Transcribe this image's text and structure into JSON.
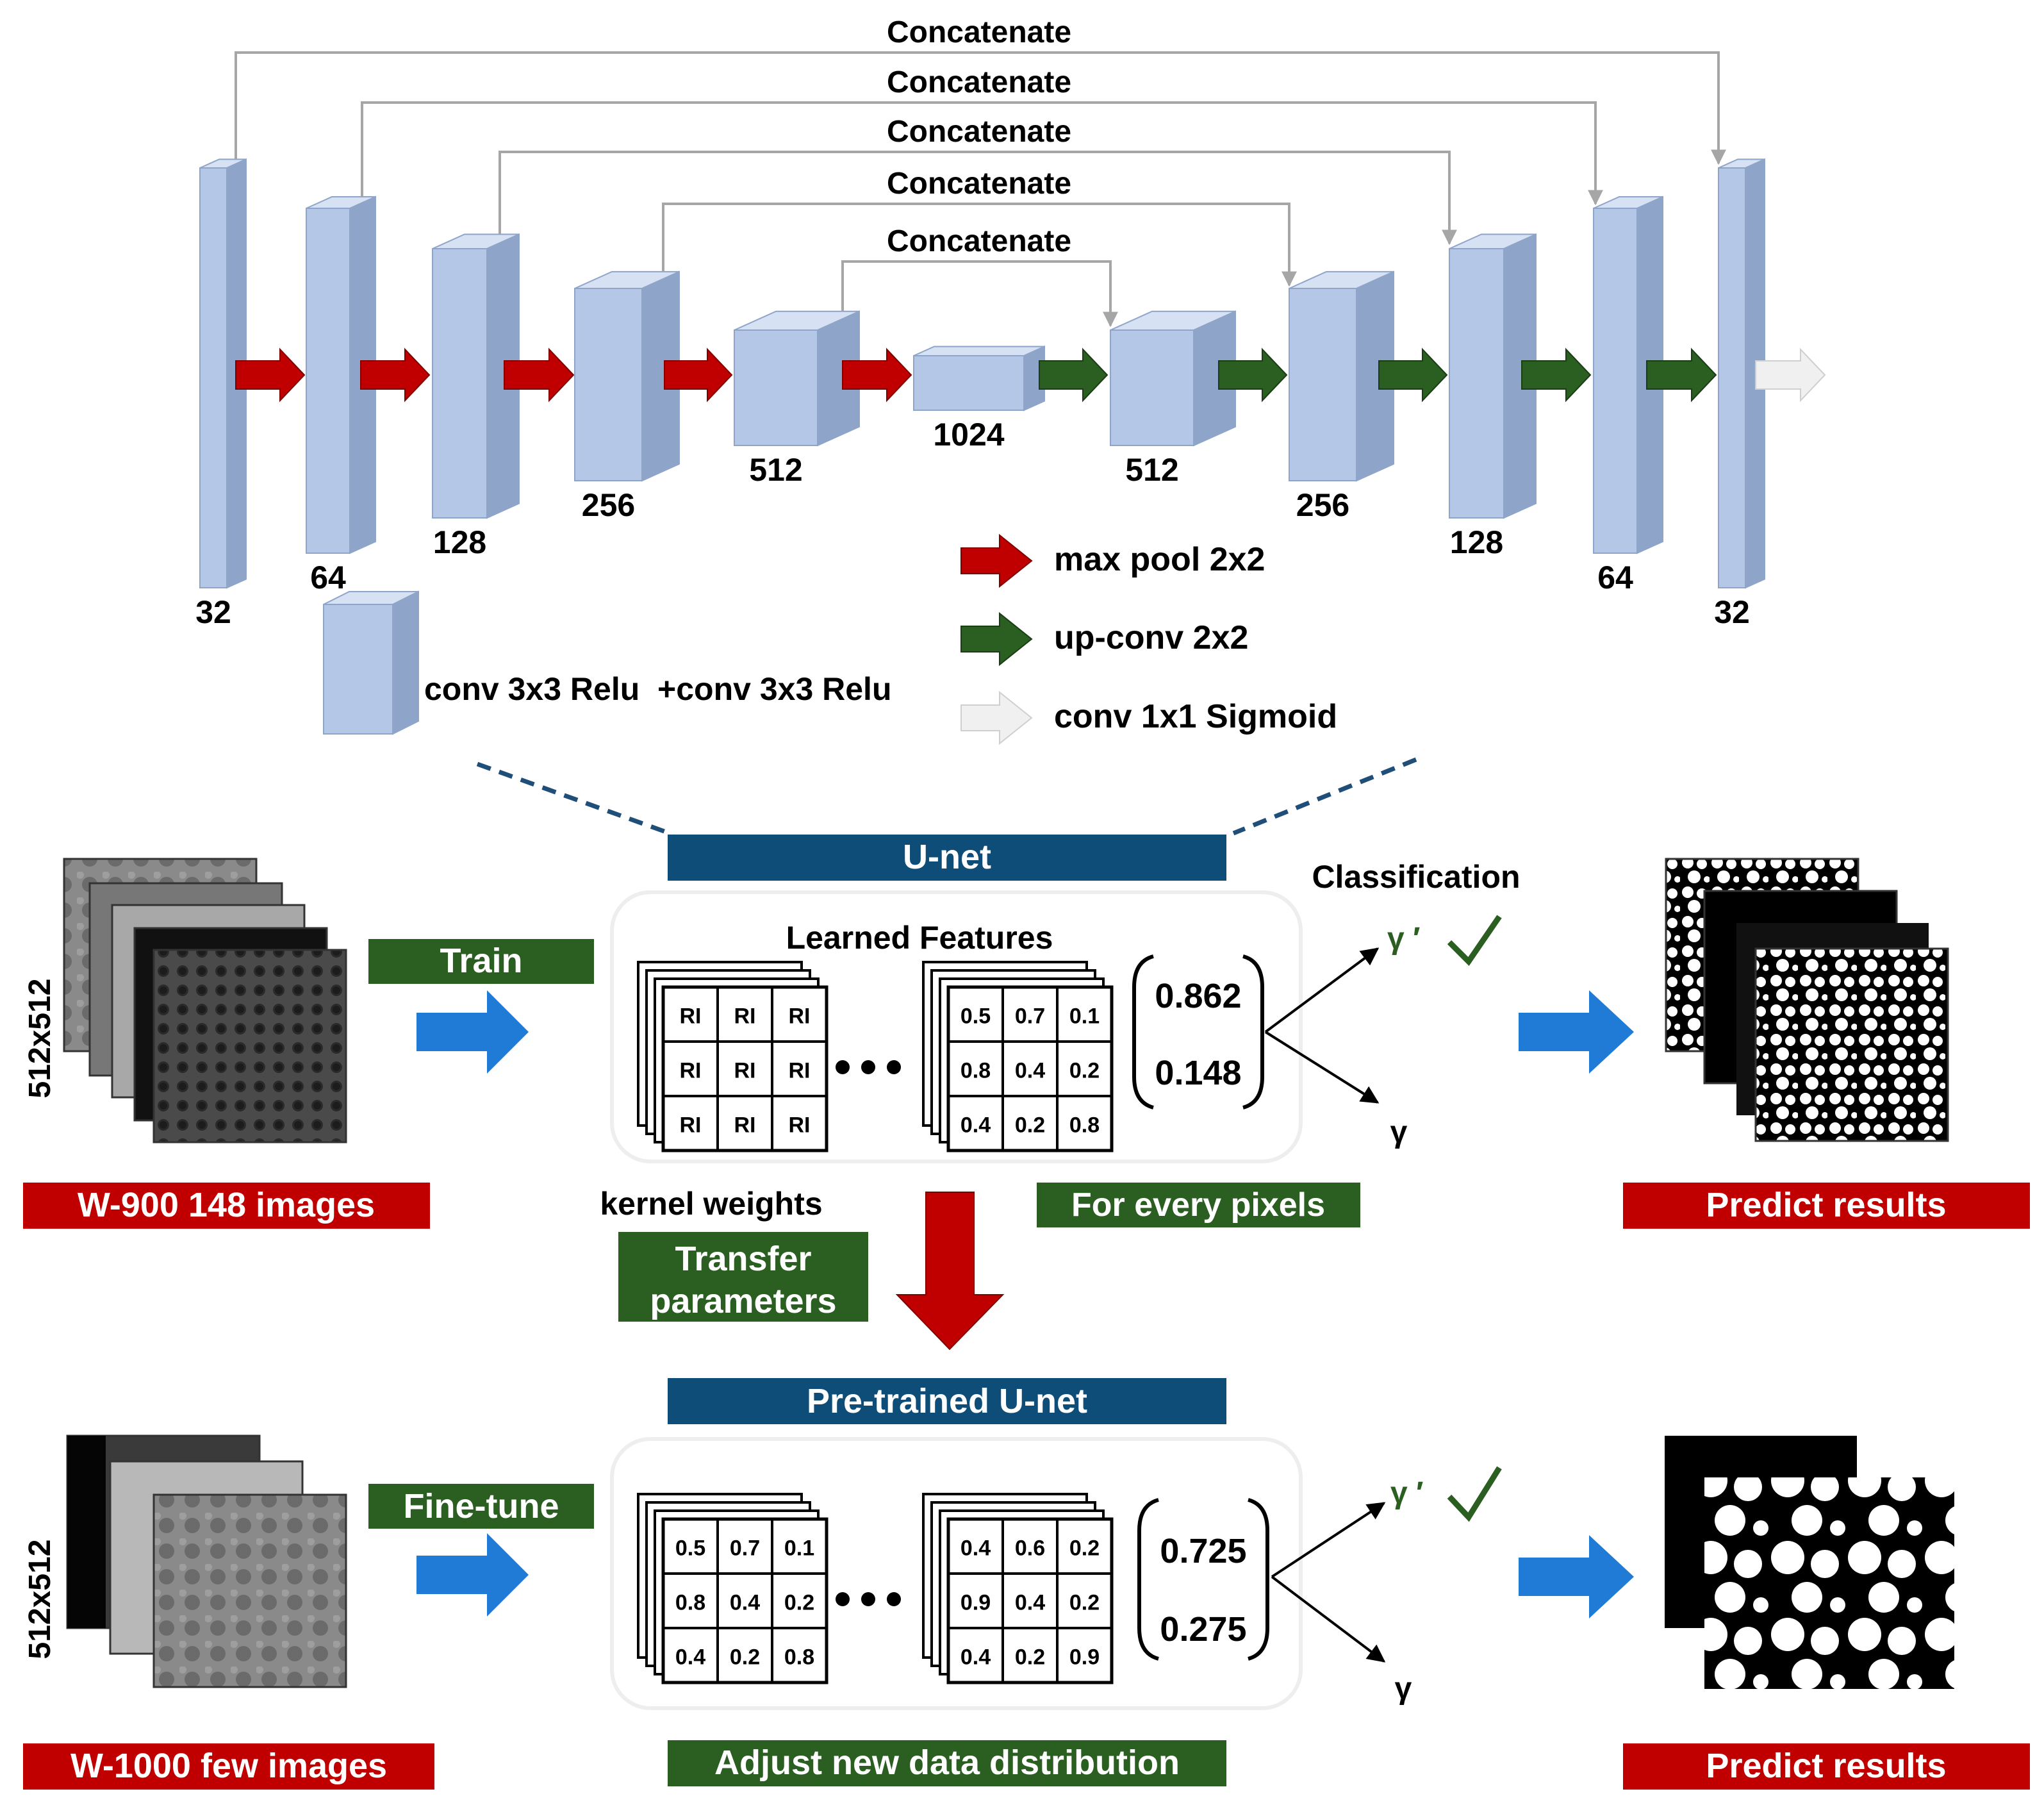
{
  "unet": {
    "concat_label": "Concatenate",
    "encoder_channels": [
      "32",
      "64",
      "128",
      "256",
      "512",
      "1024"
    ],
    "decoder_channels": [
      "512",
      "256",
      "128",
      "64",
      "32"
    ],
    "legend": {
      "conv_block": "conv 3x3 Relu  +conv 3x3 Relu",
      "max_pool": "max pool 2x2",
      "up_conv": "up-conv 2x2",
      "conv_1x1": "conv 1x1 Sigmoid"
    },
    "colors": {
      "block_front": "#b4c7e7",
      "block_top": "#d6e1f3",
      "block_side": "#8ea4c8",
      "max_pool_arrow": "#c00000",
      "up_conv_arrow": "#2b5f22",
      "sigmoid_arrow": "#f0f0f0",
      "concat_line": "#a6a6a6"
    }
  },
  "top_stage": {
    "banner": "U-net",
    "input_size": "512x512",
    "input_label": "W-900 148 images",
    "train_label": "Train",
    "learned_features": "Learned Features",
    "grid_left": [
      "RI",
      "RI",
      "RI",
      "RI",
      "RI",
      "RI",
      "RI",
      "RI",
      "RI"
    ],
    "grid_right": [
      "0.5",
      "0.7",
      "0.1",
      "0.8",
      "0.4",
      "0.2",
      "0.4",
      "0.2",
      "0.8"
    ],
    "prob_1": "0.862",
    "prob_2": "0.148",
    "classification": "Classification",
    "gamma_prime": "γ ′",
    "gamma": "γ",
    "for_every_pixels": "For every pixels",
    "predict_label": "Predict results"
  },
  "transfer": {
    "kernel_weights": "kernel weights",
    "transfer_params": [
      "Transfer",
      "parameters"
    ]
  },
  "bottom_stage": {
    "banner": "Pre-trained U-net",
    "input_size": "512x512",
    "input_label": "W-1000 few images",
    "finetune_label": "Fine-tune",
    "grid_left": [
      "0.5",
      "0.7",
      "0.1",
      "0.8",
      "0.4",
      "0.2",
      "0.4",
      "0.2",
      "0.8"
    ],
    "grid_right": [
      "0.4",
      "0.6",
      "0.2",
      "0.9",
      "0.4",
      "0.2",
      "0.4",
      "0.2",
      "0.9"
    ],
    "prob_1": "0.725",
    "prob_2": "0.275",
    "gamma_prime": "γ ′",
    "gamma": "γ",
    "adjust_label": "Adjust new data distribution",
    "predict_label": "Predict results"
  },
  "palette": {
    "banner_blue": "#0e4d78",
    "label_red": "#c00000",
    "label_green": "#2b5f22",
    "flow_arrow_blue": "#1f7bd6",
    "check_green": "#2b5f22"
  }
}
